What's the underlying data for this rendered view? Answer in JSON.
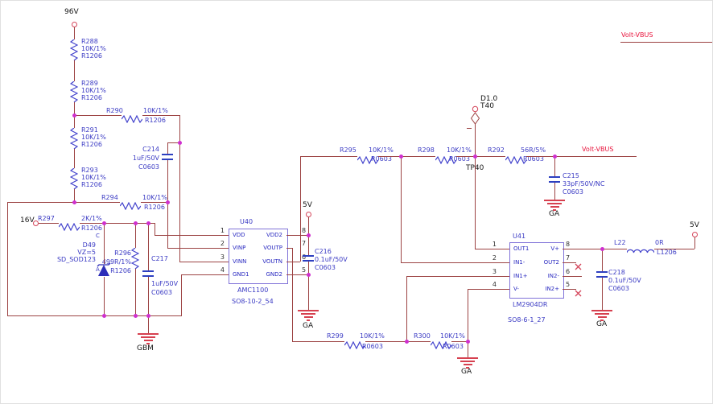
{
  "nets": {
    "v96": "96V",
    "v16": "16V",
    "v5_mid": "5V",
    "v5_right": "5V",
    "vbus_top": "Volt-VBUS",
    "vbus_mid": "Volt-VBUS"
  },
  "grounds": {
    "gbm": "GBM",
    "ga_c216": "GA",
    "ga_c215": "GA",
    "ga_r300": "GA",
    "ga_c218": "GA"
  },
  "tp": {
    "tp40": "TP40",
    "d_label": "D1.0",
    "t_label": "T40"
  },
  "marks": {
    "cathode": "C",
    "anode": "A"
  },
  "parts": {
    "r288": {
      "ref": "R288",
      "val": "10K/1%",
      "fp": "R1206"
    },
    "r289": {
      "ref": "R289",
      "val": "10K/1%",
      "fp": "R1206"
    },
    "r290": {
      "ref": "R290",
      "val": "10K/1%",
      "fp": "R1206"
    },
    "r291": {
      "ref": "R291",
      "val": "10K/1%",
      "fp": "R1206"
    },
    "r293": {
      "ref": "R293",
      "val": "10K/1%",
      "fp": "R1206"
    },
    "r294": {
      "ref": "R294",
      "val": "10K/1%",
      "fp": "R1206"
    },
    "r297": {
      "ref": "R297",
      "val": "2K/1%",
      "fp": "R1206"
    },
    "r296": {
      "ref": "R296",
      "val": "499R/1%",
      "fp": "R1206"
    },
    "d49": {
      "ref": "D49",
      "val": "VZ=5",
      "fp": "SD_SOD123"
    },
    "c214": {
      "ref": "C214",
      "val": "1uF/50V",
      "fp": "C0603"
    },
    "c217": {
      "ref": "C217",
      "val": "1uF/50V",
      "fp": "C0603"
    },
    "r295": {
      "ref": "R295",
      "val": "10K/1%",
      "fp": "R0603"
    },
    "r298": {
      "ref": "R298",
      "val": "10K/1%",
      "fp": "R0603"
    },
    "r292": {
      "ref": "R292",
      "val": "56R/5%",
      "fp": "R0603"
    },
    "c215": {
      "ref": "C215",
      "val": "33pF/50V/NC",
      "fp": "C0603"
    },
    "c216": {
      "ref": "C216",
      "val": "0.1uF/50V",
      "fp": "C0603"
    },
    "c218": {
      "ref": "C218",
      "val": "0.1uF/50V",
      "fp": "C0603"
    },
    "l22": {
      "ref": "L22",
      "val": "0R",
      "fp": "L1206"
    },
    "r299": {
      "ref": "R299",
      "val": "10K/1%",
      "fp": "R0603"
    },
    "r300": {
      "ref": "R300",
      "val": "10K/1%",
      "fp": "R0603"
    }
  },
  "ics": {
    "u40": {
      "ref": "U40",
      "device": "AMC1100",
      "footprint": "SO8-10-2_54",
      "pins_left": [
        {
          "n": "1",
          "name": "VDD"
        },
        {
          "n": "2",
          "name": "VINP"
        },
        {
          "n": "3",
          "name": "VINN"
        },
        {
          "n": "4",
          "name": "GND1"
        }
      ],
      "pins_right": [
        {
          "n": "8",
          "name": "VDD2"
        },
        {
          "n": "7",
          "name": "VOUTP"
        },
        {
          "n": "6",
          "name": "VOUTN"
        },
        {
          "n": "5",
          "name": "GND2"
        }
      ]
    },
    "u41": {
      "ref": "U41",
      "device": "LM2904DR",
      "footprint": "SO8-6-1_27",
      "pins_left": [
        {
          "n": "1",
          "name": "OUT1"
        },
        {
          "n": "2",
          "name": "IN1-"
        },
        {
          "n": "3",
          "name": "IN1+"
        },
        {
          "n": "4",
          "name": "V-"
        }
      ],
      "pins_right": [
        {
          "n": "8",
          "name": "V+"
        },
        {
          "n": "7",
          "name": "OUT2"
        },
        {
          "n": "6",
          "name": "IN2-"
        },
        {
          "n": "5",
          "name": "IN2+"
        }
      ]
    }
  },
  "colors": {
    "wire": "#9c4343",
    "junction": "#cf2fcf",
    "symbol": "#4343cc",
    "cap_plate": "#2d3fc0",
    "label": "#3b3bc4",
    "net_text": "#141414",
    "vbus_red": "#e8143c",
    "ground_red": "#d6404f",
    "ic_border": "#8072d8",
    "terminal": "#d4455a"
  }
}
